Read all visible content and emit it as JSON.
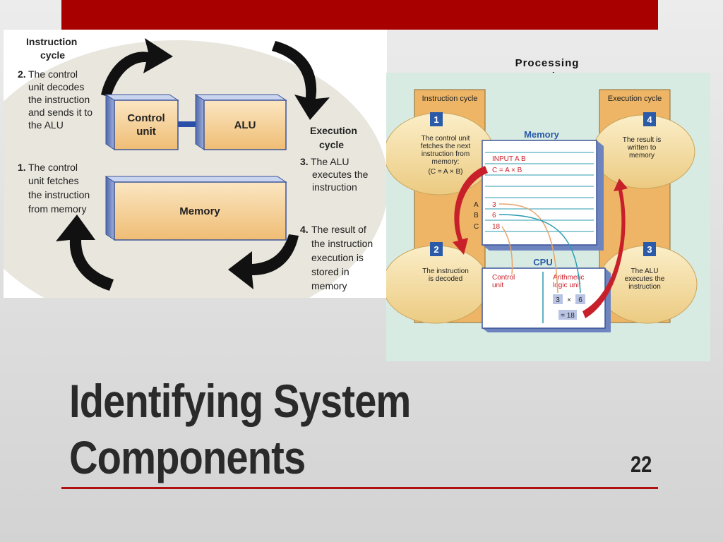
{
  "slide": {
    "title_line1": "Identifying System",
    "title_line2": "Components",
    "number": "22"
  },
  "colors": {
    "top_bar": "#a80000",
    "rule": "#b01010",
    "box_face": "#f3c98a",
    "box_side": "#6f86c0",
    "cycle_bg": "#e9e6dd",
    "oval": "#f3dca2",
    "column": "#edb565",
    "red_arrow": "#c8202a",
    "teal_arrow": "#2a9bb0"
  },
  "left_diagram": {
    "instruction_cycle_label": [
      "Instruction",
      "cycle"
    ],
    "step2": {
      "num": "2.",
      "lines": [
        "The control",
        "unit decodes",
        "the instruction",
        "and sends it to",
        "the ALU"
      ]
    },
    "step1": {
      "num": "1.",
      "lines": [
        "The control",
        "unit fetches",
        "the instruction",
        "from memory"
      ]
    },
    "execution_cycle_label": [
      "Execution",
      "cycle"
    ],
    "step3": {
      "num": "3.",
      "lines": [
        "The ALU",
        "executes the",
        "instruction"
      ]
    },
    "step4": {
      "num": "4.",
      "lines": [
        "The result of",
        "the instruction",
        "execution is",
        "stored in",
        "memory"
      ]
    },
    "control_unit": [
      "Control",
      "unit"
    ],
    "alu": "ALU",
    "memory": "Memory"
  },
  "right_diagram": {
    "heading": [
      "Processing",
      "cycle"
    ],
    "instruction_cycle": "Instruction cycle",
    "execution_cycle": "Execution cycle",
    "memory_title": "Memory",
    "memory_lines": [
      "INPUT A B",
      "C = A × B"
    ],
    "registers": [
      {
        "name": "A",
        "value": "3"
      },
      {
        "name": "B",
        "value": "6"
      },
      {
        "name": "C",
        "value": "18"
      }
    ],
    "step1": {
      "num": "1",
      "lines": [
        "The control unit",
        "fetches the next",
        "instruction from",
        "memory:",
        "(C = A × B)"
      ]
    },
    "step4": {
      "num": "4",
      "lines": [
        "The result is",
        "written to",
        "memory"
      ]
    },
    "step2": {
      "num": "2",
      "lines": [
        "The instruction",
        "is decoded"
      ]
    },
    "step3": {
      "num": "3",
      "lines": [
        "The ALU",
        "executes the",
        "instruction"
      ]
    },
    "cpu_title": "CPU",
    "control_unit": [
      "Control",
      "unit"
    ],
    "alu": [
      "Arithmetic",
      "logic unit"
    ],
    "operand1": "3",
    "operator": "×",
    "operand2": "6",
    "result": "= 18"
  }
}
